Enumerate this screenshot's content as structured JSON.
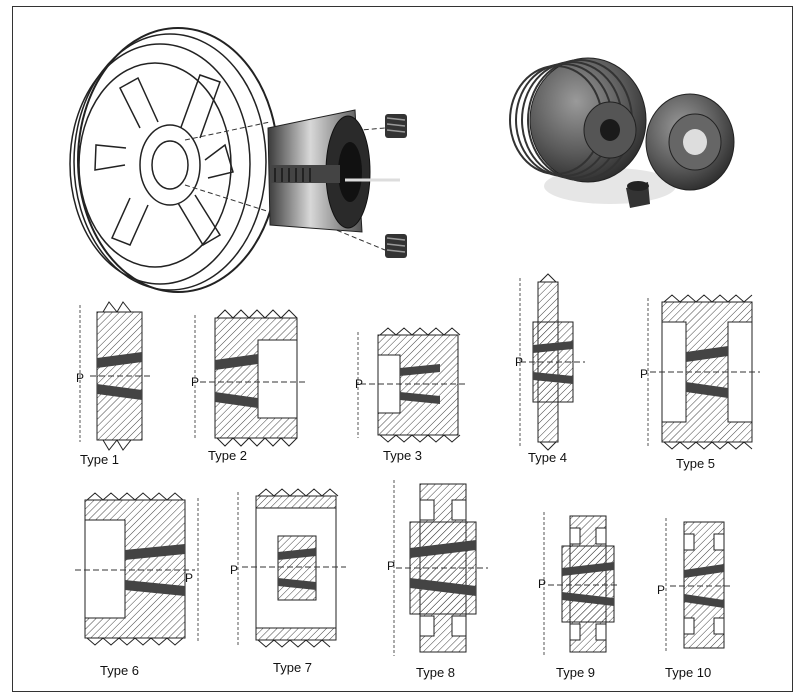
{
  "pitch_symbol": "P",
  "pulley_types": [
    {
      "label": "Type 1"
    },
    {
      "label": "Type 2"
    },
    {
      "label": "Type 3"
    },
    {
      "label": "Type 4"
    },
    {
      "label": "Type 5"
    },
    {
      "label": "Type 6"
    },
    {
      "label": "Type 7"
    },
    {
      "label": "Type 8"
    },
    {
      "label": "Type 9"
    },
    {
      "label": "Type 10"
    }
  ]
}
